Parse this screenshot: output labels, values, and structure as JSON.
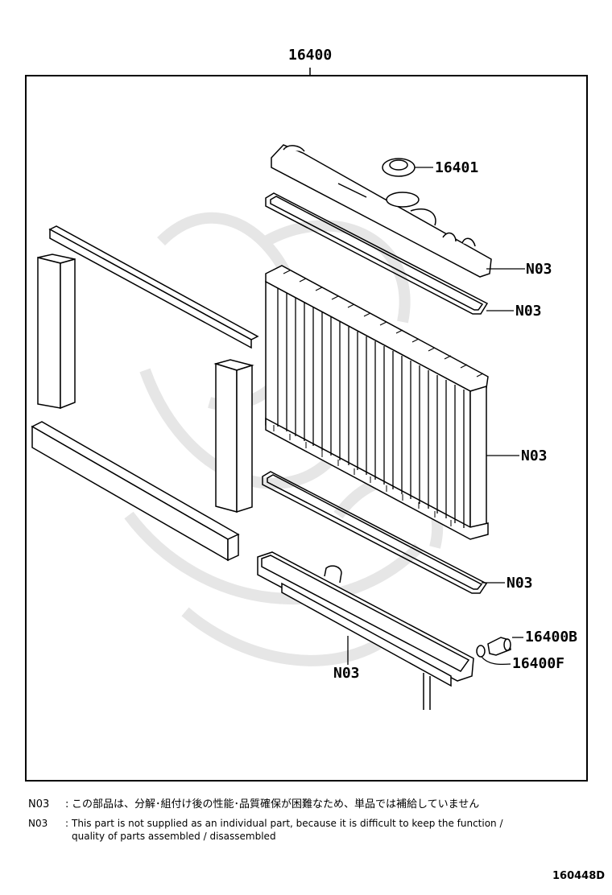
{
  "assembly_label": "16400",
  "callouts": {
    "cap": "16401",
    "upper_tank": "N03",
    "upper_gasket": "N03",
    "core": "N03",
    "lower_gasket": "N03",
    "lower_tank": "N03",
    "drain_cock_plug": "16400B",
    "drain_cock_oring": "16400F"
  },
  "notes": [
    {
      "code": "N03",
      "separator": ":",
      "text": "この部品は、分解･組付け後の性能･品質確保が困難なため、単品では補給していません"
    },
    {
      "code": "N03",
      "separator": ":",
      "text": "This part is not supplied as an individual part, because it is difficult to keep the function /",
      "text2": "quality of parts assembled / disassembled"
    }
  ],
  "figure_id": "160448D"
}
